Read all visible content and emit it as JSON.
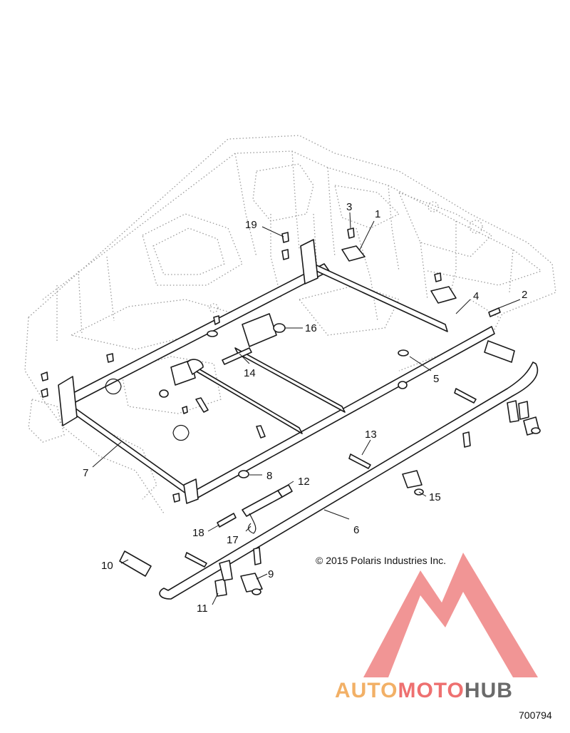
{
  "copyright": "© 2015 Polaris Industries Inc.",
  "figure_number": "700794",
  "watermark": {
    "parts": [
      "AUTO",
      "MOTO",
      "HUB"
    ],
    "colors": [
      "#f2b066",
      "#ee7070",
      "#6a6a6a"
    ],
    "logo_color": "#f08a8a"
  },
  "callouts": [
    "1",
    "2",
    "3",
    "4",
    "5",
    "6",
    "7",
    "8",
    "9",
    "10",
    "11",
    "12",
    "13",
    "14",
    "15",
    "16",
    "17",
    "18",
    "19"
  ]
}
